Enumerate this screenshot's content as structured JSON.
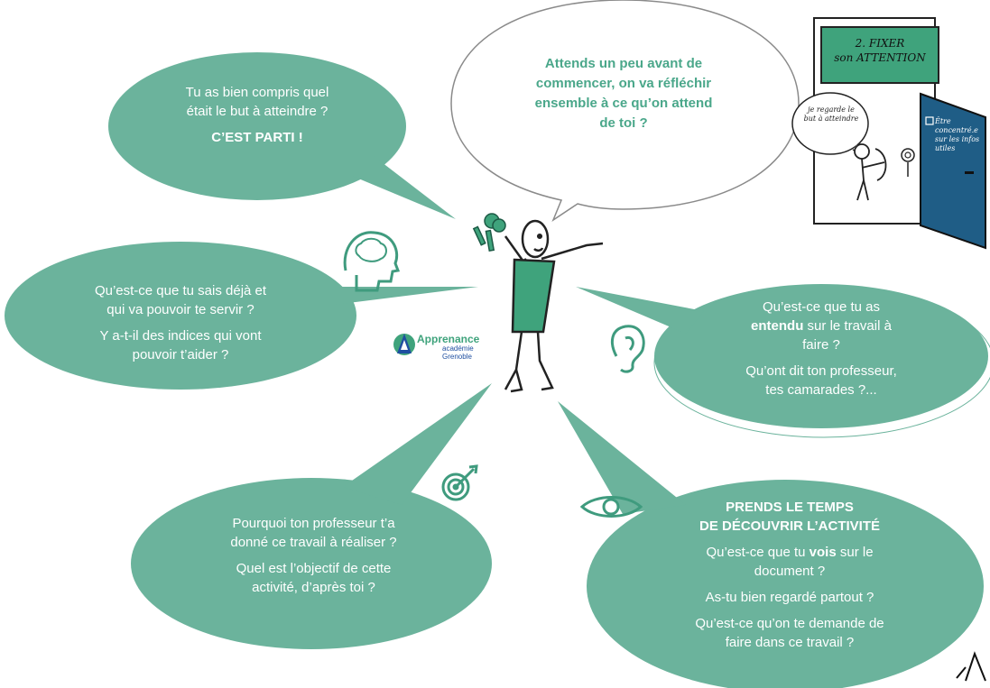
{
  "bubbles": {
    "top_left": {
      "line1": "Tu as bien compris quel",
      "line2": "était le but à atteindre ?",
      "strong": "C’EST PARTI !"
    },
    "top_center": {
      "line1": "Attends un peu avant de",
      "line2": "commencer, on va réfléchir",
      "line3": "ensemble à ce qu’on attend",
      "line4": "de toi ?"
    },
    "mid_left": {
      "line1": "Qu’est-ce que tu sais déjà et",
      "line2": "qui va pouvoir te servir ?",
      "line3": "Y a-t-il des indices qui vont",
      "line4": "pouvoir t’aider ?"
    },
    "mid_right": {
      "line1": "Qu’est-ce que tu as",
      "line2_bold": "entendu",
      "line2_rest": " sur le travail à",
      "line3": "faire ?",
      "line4": "Qu’ont dit ton professeur,",
      "line5": "tes camarades ?..."
    },
    "bottom_left": {
      "line1": "Pourquoi ton professeur t’a",
      "line2": "donné ce travail à réaliser ?",
      "line3": "Quel est l’objectif de cette",
      "line4": "activité, d’après toi ?"
    },
    "bottom_right": {
      "heading1": "PRENDS LE TEMPS",
      "heading2": "DE DÉCOUVRIR L’ACTIVITÉ",
      "line1a": "Qu’est-ce que tu ",
      "line1_bold": "vois",
      "line1b": " sur le",
      "line2": "document ?",
      "line3": "As-tu bien regardé partout ?",
      "line4": "Qu’est-ce qu’on te demande de",
      "line5": "faire dans ce travail ?"
    }
  },
  "logo": {
    "name": "Apprenance",
    "sub1": "académie",
    "sub2": "Grenoble"
  },
  "sketch": {
    "sign_line1": "2. FIXER",
    "sign_line2": "son ATTENTION",
    "thought": "je regarde le but à atteindre",
    "door_note": "Être concentré.e sur les infos utiles"
  },
  "colors": {
    "bubble": "#6bb39c",
    "accent": "#4aa78a",
    "door": "#1f5d86"
  },
  "icons": [
    "brain-head-icon",
    "ear-icon",
    "target-icon",
    "eye-icon",
    "keys-icon"
  ]
}
